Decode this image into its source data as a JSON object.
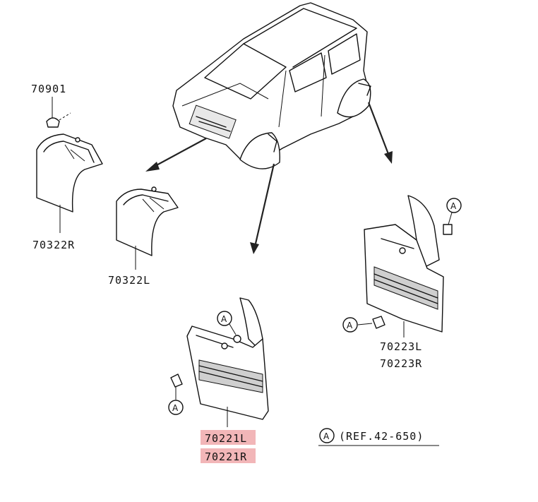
{
  "parts": {
    "clip_70901": "70901",
    "fender_70322R": "70322R",
    "fender_70322L": "70322L",
    "rear_flap_70223L": "70223L",
    "rear_flap_70223R": "70223R",
    "front_flap_70221L": "70221L",
    "front_flap_70221R": "70221R"
  },
  "callouts": {
    "letter": "A"
  },
  "reference": {
    "text": "(REF.42-650)"
  },
  "highlight_color": "#f2b6b8"
}
